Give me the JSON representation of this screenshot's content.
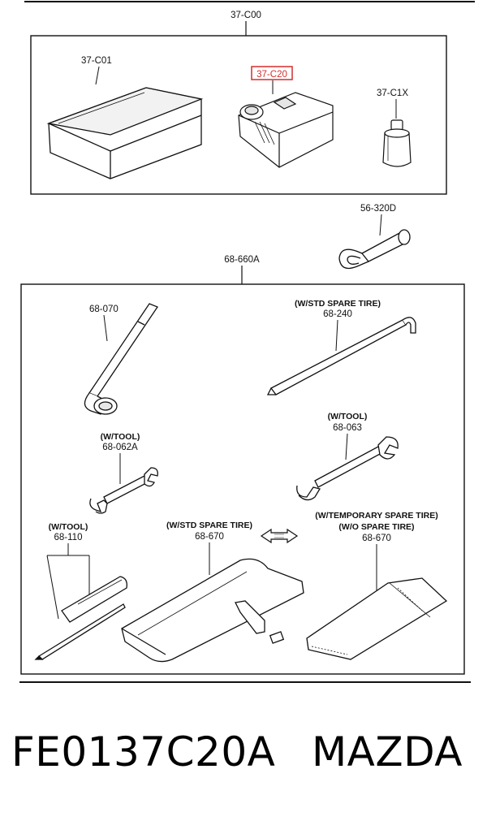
{
  "assembly": {
    "kit_label": "37-C00",
    "tool_set_label": "68-660A"
  },
  "parts": {
    "box": "37-C01",
    "repair_kit": "37-C20",
    "bottle": "37-C1X",
    "hook_wrench": "56-320D",
    "lug_wrench": "68-070",
    "jack_handle_note": "(W/STD SPARE TIRE)",
    "jack_handle": "68-240",
    "wrench_small_note": "(W/TOOL)",
    "wrench_small": "68-062A",
    "wrench_large_note": "(W/TOOL)",
    "wrench_large": "68-063",
    "screwdriver_note": "(W/TOOL)",
    "screwdriver": "68-110",
    "bag_std_note": "(W/STD SPARE TIRE)",
    "bag_std": "68-670",
    "bag_temp_note_1": "(W/TEMPORARY SPARE TIRE)",
    "bag_temp_note_2": "(W/O SPARE TIRE)",
    "bag_temp": "68-670"
  },
  "highlight_color": "#d22f2f",
  "footer": {
    "part_number": "FE0137C20A",
    "brand": "MAZDA"
  }
}
